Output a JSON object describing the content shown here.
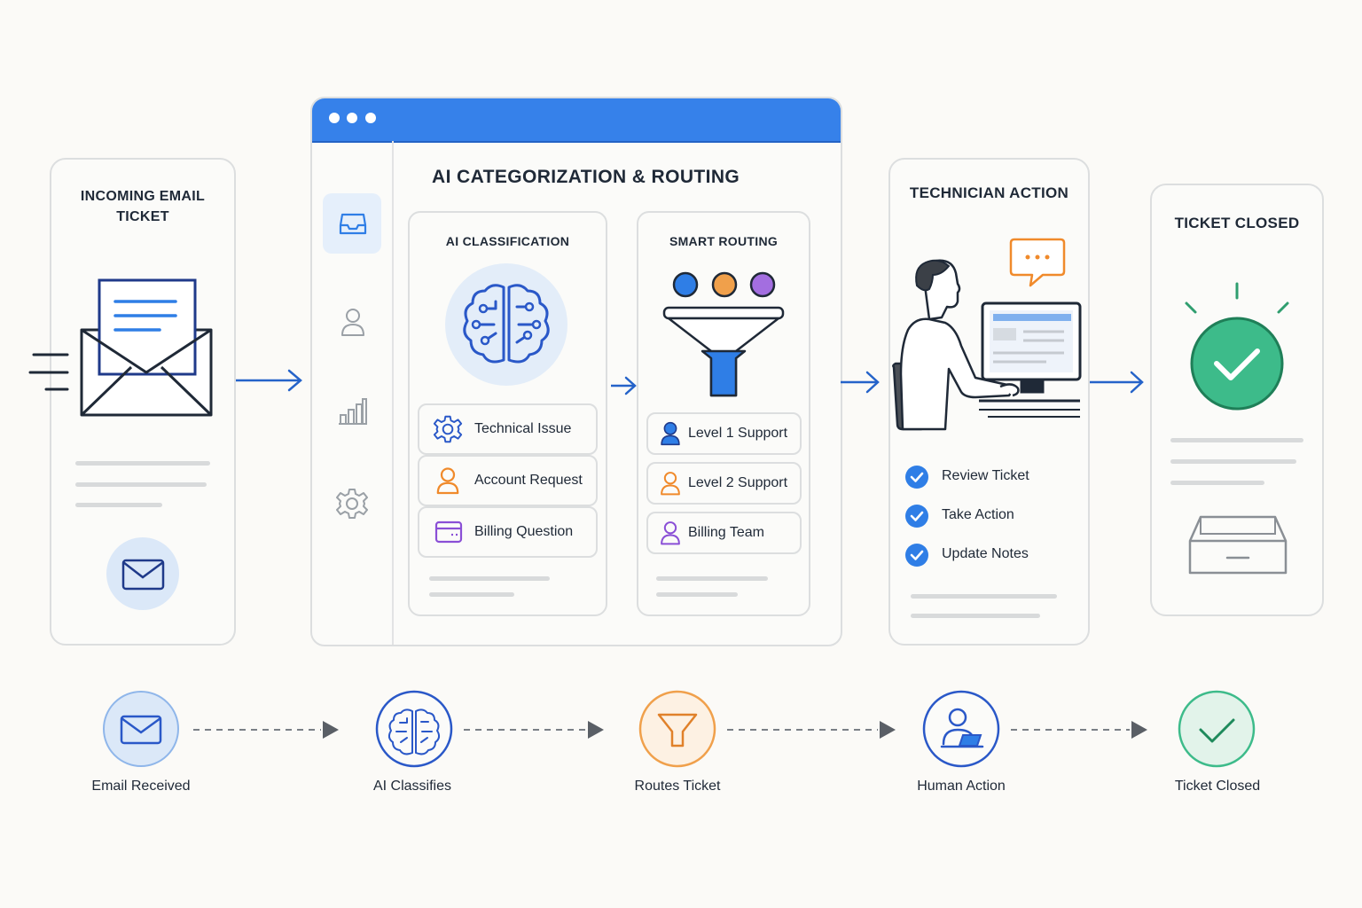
{
  "incoming": {
    "title_line1": "INCOMING EMAIL",
    "title_line2": "TICKET"
  },
  "app": {
    "title": "AI CATEGORIZATION & ROUTING",
    "classification": {
      "title": "AI CLASSIFICATION",
      "items": [
        {
          "label": "Technical Issue",
          "icon": "gear-icon"
        },
        {
          "label": "Account Request",
          "icon": "user-icon"
        },
        {
          "label": "Billing Question",
          "icon": "card-icon"
        }
      ]
    },
    "routing": {
      "title": "SMART ROUTING",
      "items": [
        {
          "label": "Level 1 Support",
          "icon": "user-icon"
        },
        {
          "label": "Level 2 Support",
          "icon": "user-icon"
        },
        {
          "label": "Billing Team",
          "icon": "user-icon"
        }
      ]
    },
    "sidebar": [
      "inbox-icon",
      "user-icon",
      "chart-icon",
      "gear-icon"
    ]
  },
  "technician": {
    "title": "TECHNICIAN ACTION",
    "checks": [
      "Review Ticket",
      "Take Action",
      "Update Notes"
    ]
  },
  "closed": {
    "title": "TICKET CLOSED"
  },
  "steps": [
    {
      "label": "Email Received",
      "icon": "mail-icon"
    },
    {
      "label": "AI Classifies",
      "icon": "brain-icon"
    },
    {
      "label": "Routes Ticket",
      "icon": "funnel-icon"
    },
    {
      "label": "Human Action",
      "icon": "technician-icon"
    },
    {
      "label": "Ticket Closed",
      "icon": "check-icon"
    }
  ],
  "colors": {
    "blue": "#2f7ee6",
    "orange": "#f0a04b",
    "purple": "#a36ee0",
    "green": "#3dbb8a",
    "dark": "#1f2937"
  }
}
